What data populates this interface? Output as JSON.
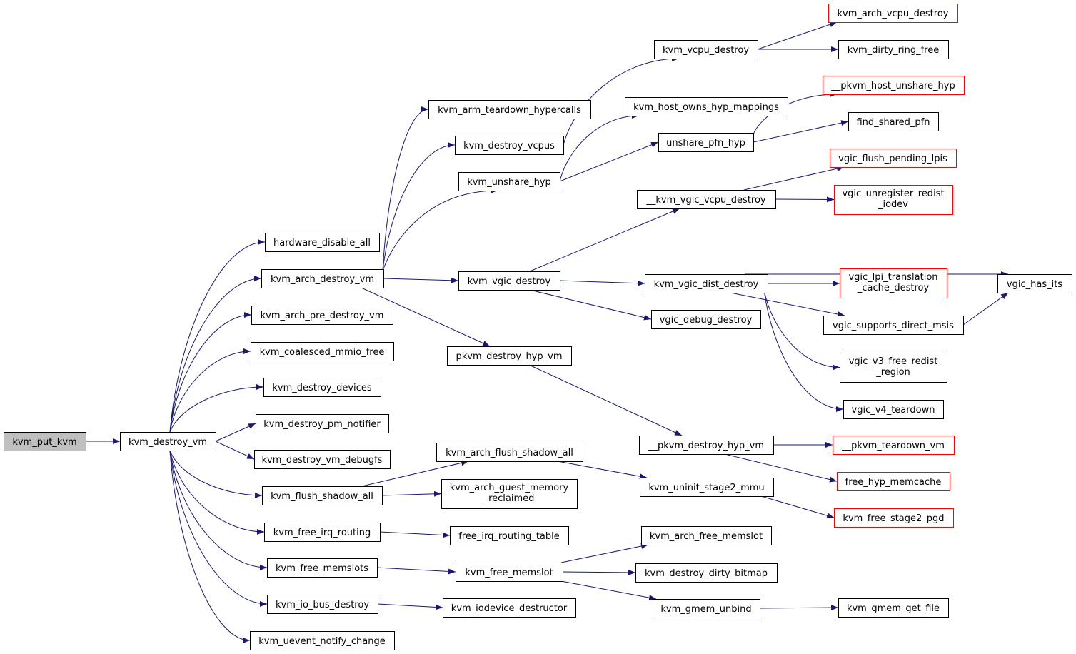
{
  "colors": {
    "edge": "#191970",
    "border_normal": "#000000",
    "border_truncated": "#ff0000",
    "root_fill": "#bfbfbf",
    "node_fill": "#ffffff"
  },
  "nodes": [
    {
      "id": "kvm_put_kvm",
      "label": "kvm_put_kvm",
      "root": true
    },
    {
      "id": "kvm_destroy_vm",
      "label": "kvm_destroy_vm"
    },
    {
      "id": "hardware_disable_all",
      "label": "hardware_disable_all"
    },
    {
      "id": "kvm_arch_destroy_vm",
      "label": "kvm_arch_destroy_vm"
    },
    {
      "id": "kvm_arch_pre_destroy_vm",
      "label": "kvm_arch_pre_destroy_vm"
    },
    {
      "id": "kvm_coalesced_mmio_free",
      "label": "kvm_coalesced_mmio_free"
    },
    {
      "id": "kvm_destroy_devices",
      "label": "kvm_destroy_devices"
    },
    {
      "id": "kvm_destroy_pm_notifier",
      "label": "kvm_destroy_pm_notifier"
    },
    {
      "id": "kvm_destroy_vm_debugfs",
      "label": "kvm_destroy_vm_debugfs"
    },
    {
      "id": "kvm_flush_shadow_all",
      "label": "kvm_flush_shadow_all"
    },
    {
      "id": "kvm_free_irq_routing",
      "label": "kvm_free_irq_routing"
    },
    {
      "id": "kvm_free_memslots",
      "label": "kvm_free_memslots"
    },
    {
      "id": "kvm_io_bus_destroy",
      "label": "kvm_io_bus_destroy"
    },
    {
      "id": "kvm_uevent_notify_change",
      "label": "kvm_uevent_notify_change"
    },
    {
      "id": "kvm_arm_teardown_hypercalls",
      "label": "kvm_arm_teardown_hypercalls"
    },
    {
      "id": "kvm_destroy_vcpus",
      "label": "kvm_destroy_vcpus"
    },
    {
      "id": "kvm_unshare_hyp",
      "label": "kvm_unshare_hyp"
    },
    {
      "id": "kvm_vgic_destroy",
      "label": "kvm_vgic_destroy"
    },
    {
      "id": "pkvm_destroy_hyp_vm",
      "label": "pkvm_destroy_hyp_vm"
    },
    {
      "id": "kvm_arch_flush_shadow_all",
      "label": "kvm_arch_flush_shadow_all"
    },
    {
      "id": "kvm_arch_guest_memory_reclaimed",
      "label": "kvm_arch_guest_memory\n_reclaimed"
    },
    {
      "id": "free_irq_routing_table",
      "label": "free_irq_routing_table"
    },
    {
      "id": "kvm_free_memslot",
      "label": "kvm_free_memslot"
    },
    {
      "id": "kvm_iodevice_destructor",
      "label": "kvm_iodevice_destructor"
    },
    {
      "id": "kvm_vcpu_destroy",
      "label": "kvm_vcpu_destroy"
    },
    {
      "id": "kvm_host_owns_hyp_mappings",
      "label": "kvm_host_owns_hyp_mappings"
    },
    {
      "id": "unshare_pfn_hyp",
      "label": "unshare_pfn_hyp"
    },
    {
      "id": "__kvm_vgic_vcpu_destroy",
      "label": "__kvm_vgic_vcpu_destroy"
    },
    {
      "id": "kvm_vgic_dist_destroy",
      "label": "kvm_vgic_dist_destroy"
    },
    {
      "id": "vgic_debug_destroy",
      "label": "vgic_debug_destroy"
    },
    {
      "id": "__pkvm_destroy_hyp_vm",
      "label": "__pkvm_destroy_hyp_vm"
    },
    {
      "id": "kvm_uninit_stage2_mmu",
      "label": "kvm_uninit_stage2_mmu"
    },
    {
      "id": "kvm_arch_free_memslot",
      "label": "kvm_arch_free_memslot"
    },
    {
      "id": "kvm_destroy_dirty_bitmap",
      "label": "kvm_destroy_dirty_bitmap"
    },
    {
      "id": "kvm_gmem_unbind",
      "label": "kvm_gmem_unbind"
    },
    {
      "id": "kvm_arch_vcpu_destroy",
      "label": "kvm_arch_vcpu_destroy",
      "truncated": true
    },
    {
      "id": "kvm_dirty_ring_free",
      "label": "kvm_dirty_ring_free"
    },
    {
      "id": "__pkvm_host_unshare_hyp",
      "label": "__pkvm_host_unshare_hyp",
      "truncated": true
    },
    {
      "id": "find_shared_pfn",
      "label": "find_shared_pfn"
    },
    {
      "id": "vgic_flush_pending_lpis",
      "label": "vgic_flush_pending_lpis",
      "truncated": true
    },
    {
      "id": "vgic_unregister_redist_iodev",
      "label": "vgic_unregister_redist\n_iodev",
      "truncated": true
    },
    {
      "id": "vgic_lpi_translation_cache_destroy",
      "label": "vgic_lpi_translation\n_cache_destroy",
      "truncated": true
    },
    {
      "id": "vgic_supports_direct_msis",
      "label": "vgic_supports_direct_msis"
    },
    {
      "id": "vgic_v3_free_redist_region",
      "label": "vgic_v3_free_redist\n_region"
    },
    {
      "id": "vgic_v4_teardown",
      "label": "vgic_v4_teardown"
    },
    {
      "id": "vgic_has_its",
      "label": "vgic_has_its"
    },
    {
      "id": "__pkvm_teardown_vm",
      "label": "__pkvm_teardown_vm",
      "truncated": true
    },
    {
      "id": "free_hyp_memcache",
      "label": "free_hyp_memcache",
      "truncated": true
    },
    {
      "id": "kvm_free_stage2_pgd",
      "label": "kvm_free_stage2_pgd",
      "truncated": true
    },
    {
      "id": "kvm_gmem_get_file",
      "label": "kvm_gmem_get_file"
    }
  ],
  "edges": [
    [
      "kvm_put_kvm",
      "kvm_destroy_vm"
    ],
    [
      "kvm_destroy_vm",
      "hardware_disable_all"
    ],
    [
      "kvm_destroy_vm",
      "kvm_arch_destroy_vm"
    ],
    [
      "kvm_destroy_vm",
      "kvm_arch_pre_destroy_vm"
    ],
    [
      "kvm_destroy_vm",
      "kvm_coalesced_mmio_free"
    ],
    [
      "kvm_destroy_vm",
      "kvm_destroy_devices"
    ],
    [
      "kvm_destroy_vm",
      "kvm_destroy_pm_notifier"
    ],
    [
      "kvm_destroy_vm",
      "kvm_destroy_vm_debugfs"
    ],
    [
      "kvm_destroy_vm",
      "kvm_flush_shadow_all"
    ],
    [
      "kvm_destroy_vm",
      "kvm_free_irq_routing"
    ],
    [
      "kvm_destroy_vm",
      "kvm_free_memslots"
    ],
    [
      "kvm_destroy_vm",
      "kvm_io_bus_destroy"
    ],
    [
      "kvm_destroy_vm",
      "kvm_uevent_notify_change"
    ],
    [
      "kvm_arch_destroy_vm",
      "kvm_arm_teardown_hypercalls"
    ],
    [
      "kvm_arch_destroy_vm",
      "kvm_destroy_vcpus"
    ],
    [
      "kvm_arch_destroy_vm",
      "kvm_unshare_hyp"
    ],
    [
      "kvm_arch_destroy_vm",
      "kvm_vgic_destroy"
    ],
    [
      "kvm_arch_destroy_vm",
      "pkvm_destroy_hyp_vm"
    ],
    [
      "kvm_flush_shadow_all",
      "kvm_arch_flush_shadow_all"
    ],
    [
      "kvm_flush_shadow_all",
      "kvm_arch_guest_memory_reclaimed"
    ],
    [
      "kvm_free_irq_routing",
      "free_irq_routing_table"
    ],
    [
      "kvm_free_memslots",
      "kvm_free_memslot"
    ],
    [
      "kvm_io_bus_destroy",
      "kvm_iodevice_destructor"
    ],
    [
      "kvm_destroy_vcpus",
      "kvm_vcpu_destroy"
    ],
    [
      "kvm_unshare_hyp",
      "kvm_host_owns_hyp_mappings"
    ],
    [
      "kvm_unshare_hyp",
      "unshare_pfn_hyp"
    ],
    [
      "kvm_vgic_destroy",
      "__kvm_vgic_vcpu_destroy"
    ],
    [
      "kvm_vgic_destroy",
      "kvm_vgic_dist_destroy"
    ],
    [
      "kvm_vgic_destroy",
      "vgic_debug_destroy"
    ],
    [
      "pkvm_destroy_hyp_vm",
      "__pkvm_destroy_hyp_vm"
    ],
    [
      "kvm_arch_flush_shadow_all",
      "kvm_uninit_stage2_mmu"
    ],
    [
      "kvm_free_memslot",
      "kvm_arch_free_memslot"
    ],
    [
      "kvm_free_memslot",
      "kvm_destroy_dirty_bitmap"
    ],
    [
      "kvm_free_memslot",
      "kvm_gmem_unbind"
    ],
    [
      "kvm_vcpu_destroy",
      "kvm_arch_vcpu_destroy"
    ],
    [
      "kvm_vcpu_destroy",
      "kvm_dirty_ring_free"
    ],
    [
      "unshare_pfn_hyp",
      "__pkvm_host_unshare_hyp"
    ],
    [
      "unshare_pfn_hyp",
      "find_shared_pfn"
    ],
    [
      "__kvm_vgic_vcpu_destroy",
      "vgic_flush_pending_lpis"
    ],
    [
      "__kvm_vgic_vcpu_destroy",
      "vgic_unregister_redist_iodev"
    ],
    [
      "kvm_vgic_dist_destroy",
      "vgic_has_its"
    ],
    [
      "kvm_vgic_dist_destroy",
      "vgic_lpi_translation_cache_destroy"
    ],
    [
      "kvm_vgic_dist_destroy",
      "vgic_supports_direct_msis"
    ],
    [
      "kvm_vgic_dist_destroy",
      "vgic_v3_free_redist_region"
    ],
    [
      "kvm_vgic_dist_destroy",
      "vgic_v4_teardown"
    ],
    [
      "vgic_supports_direct_msis",
      "vgic_has_its"
    ],
    [
      "__pkvm_destroy_hyp_vm",
      "__pkvm_teardown_vm"
    ],
    [
      "__pkvm_destroy_hyp_vm",
      "free_hyp_memcache"
    ],
    [
      "kvm_uninit_stage2_mmu",
      "kvm_free_stage2_pgd"
    ],
    [
      "kvm_gmem_unbind",
      "kvm_gmem_get_file"
    ]
  ]
}
